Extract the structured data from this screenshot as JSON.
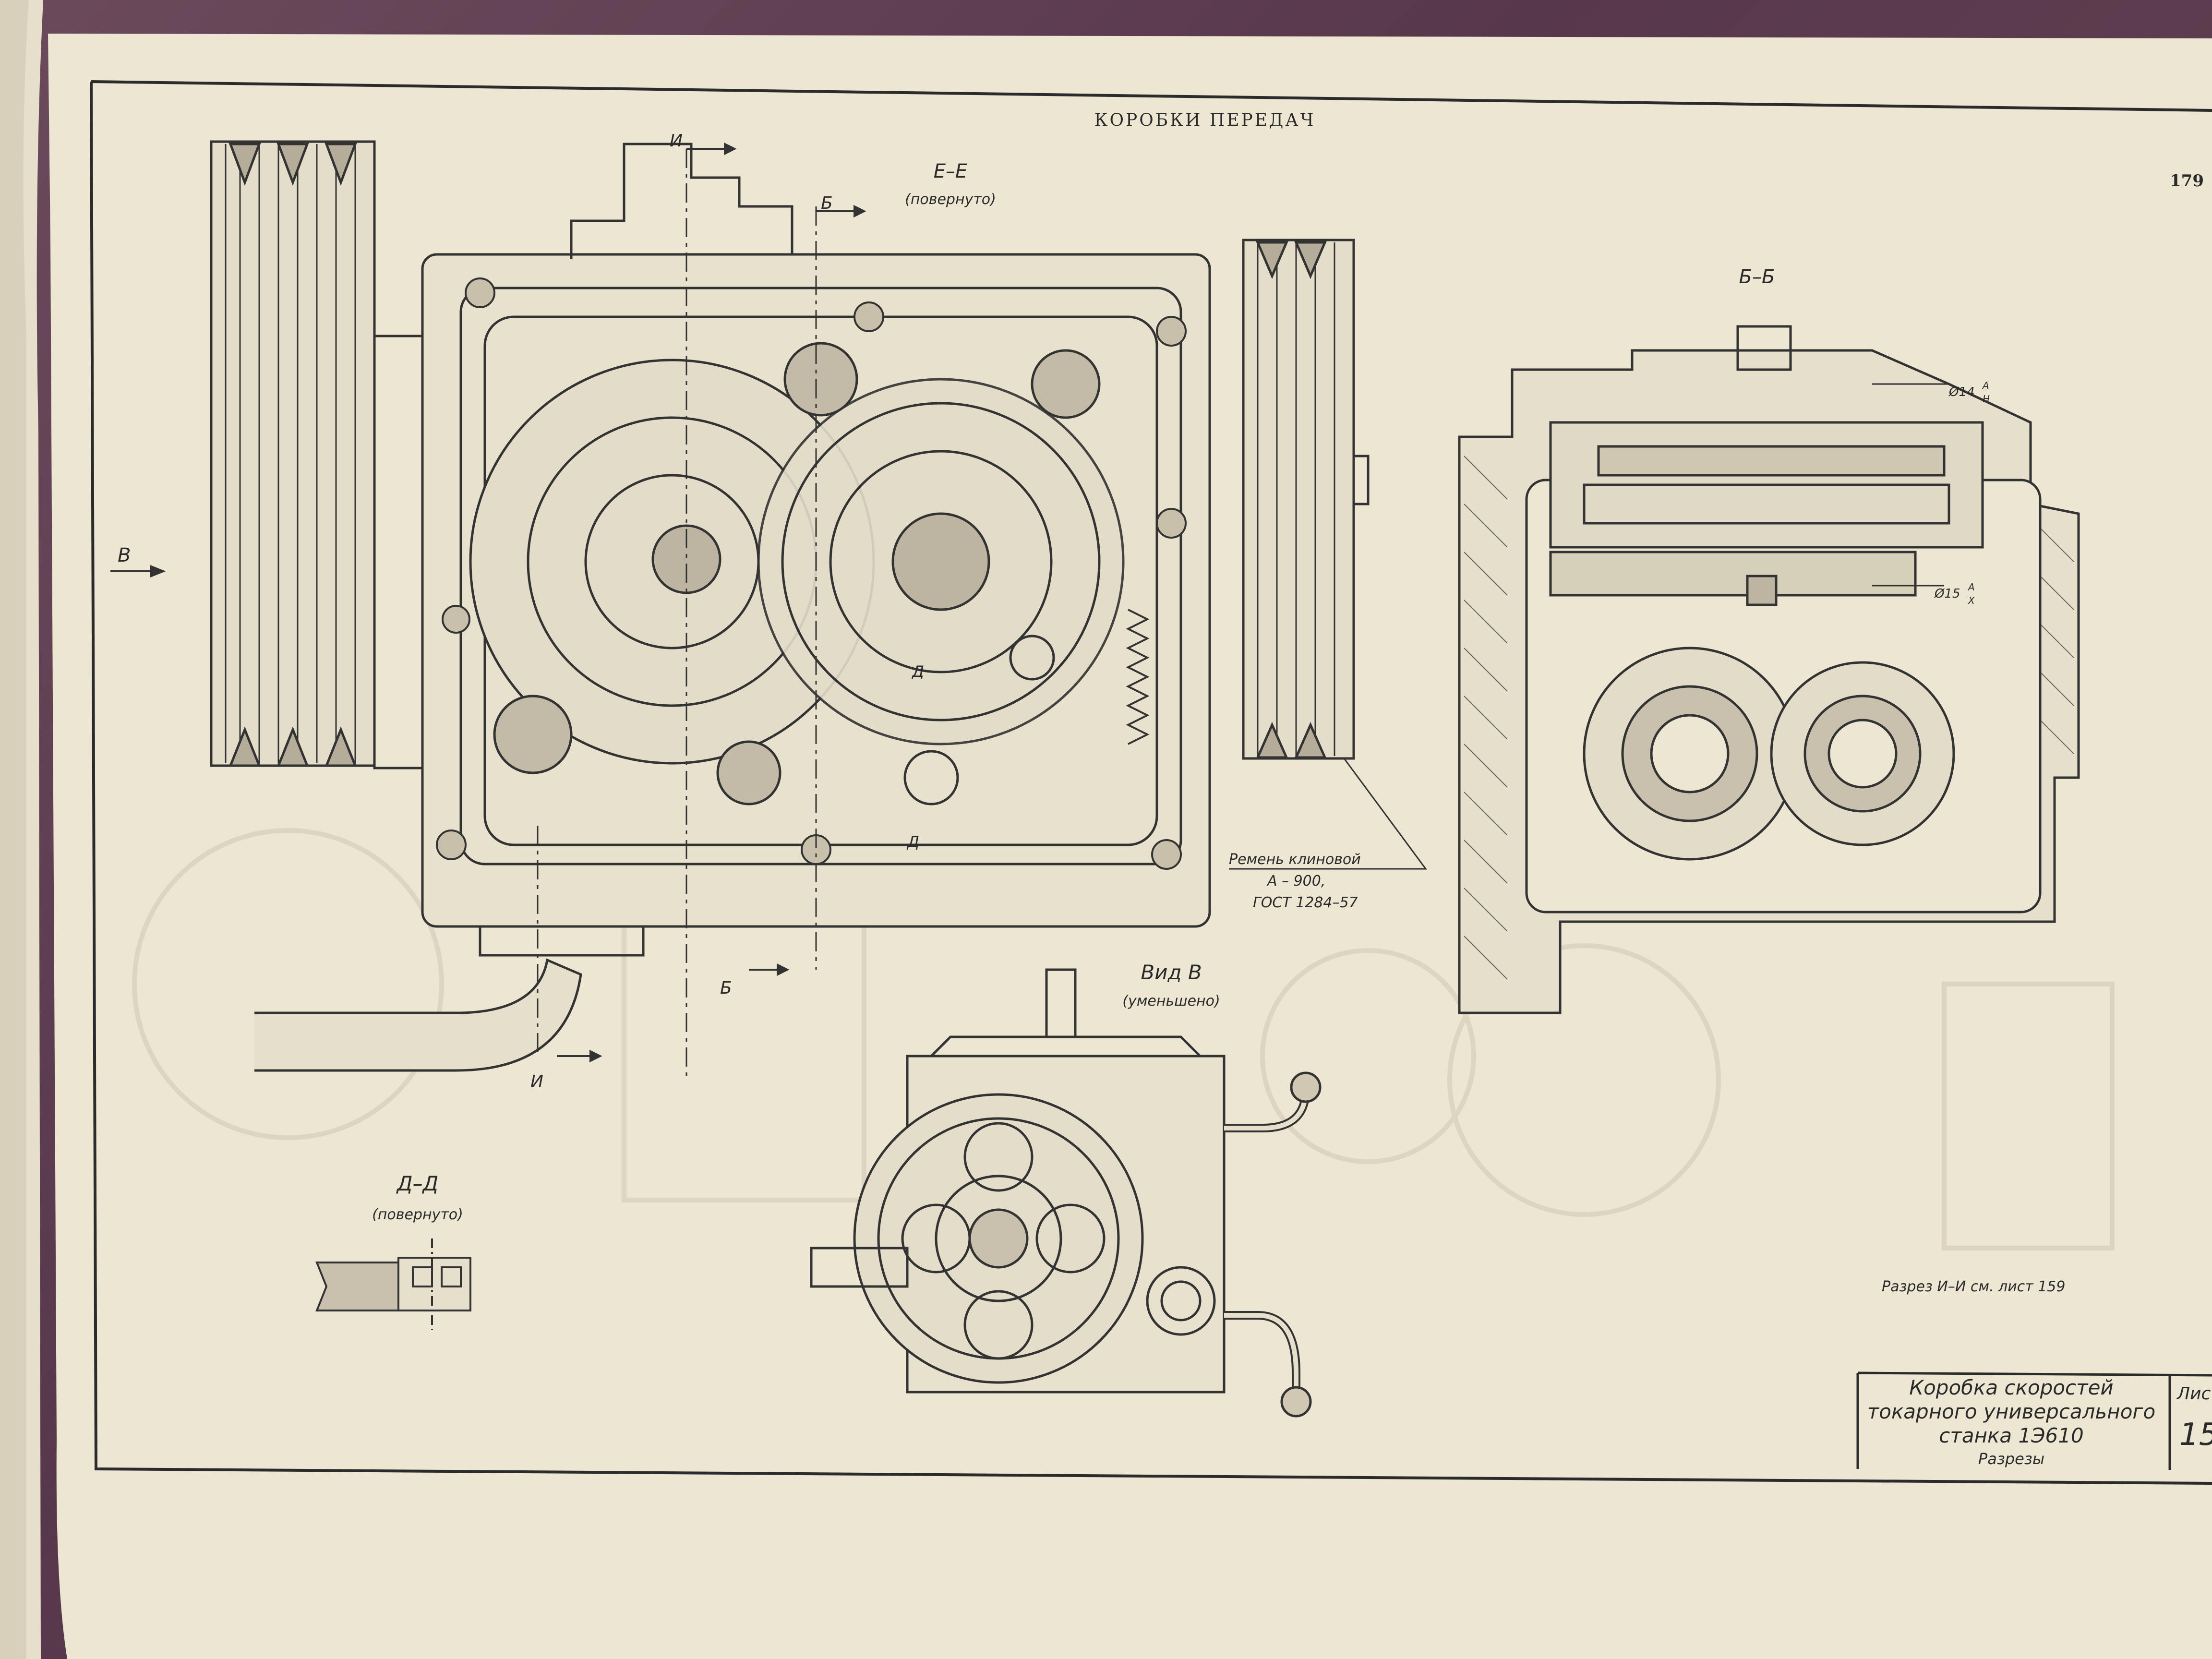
{
  "header": {
    "section_title": "КОРОБКИ ПЕРЕДАЧ",
    "page_number": "179"
  },
  "view_ee": {
    "title": "Е–Е",
    "note": "(повернуто)"
  },
  "view_bb": {
    "title": "Б–Б"
  },
  "view_v": {
    "title": "Вид В",
    "note": "(уменьшено)"
  },
  "view_dd": {
    "title": "Д–Д",
    "note": "(повернуто)"
  },
  "markers": {
    "i_top": "И",
    "i_bottom": "И",
    "b_top": "Б",
    "b_bottom": "Б",
    "d_top": "Д",
    "d_bottom": "Д",
    "v_arrow": "В"
  },
  "dimensions": {
    "dia14": "Ø14",
    "dia14_fit_top": "А",
    "dia14_fit_bottom": "Н",
    "dia15": "Ø15",
    "dia15_fit_top": "А",
    "dia15_fit_bottom": "Х"
  },
  "belt_callout": {
    "line1": "Ремень клиновой",
    "line2": "А – 900,",
    "line3": "ГОСТ 1284–57"
  },
  "section_reference": "Разрез И–И см. лист 159",
  "title_block": {
    "line1": "Коробка скоростей",
    "line2": "токарного универсального",
    "line3": "станка 1Э610",
    "line4": "Разрезы",
    "sheet_label": "Лис",
    "sheet_number": "15"
  }
}
